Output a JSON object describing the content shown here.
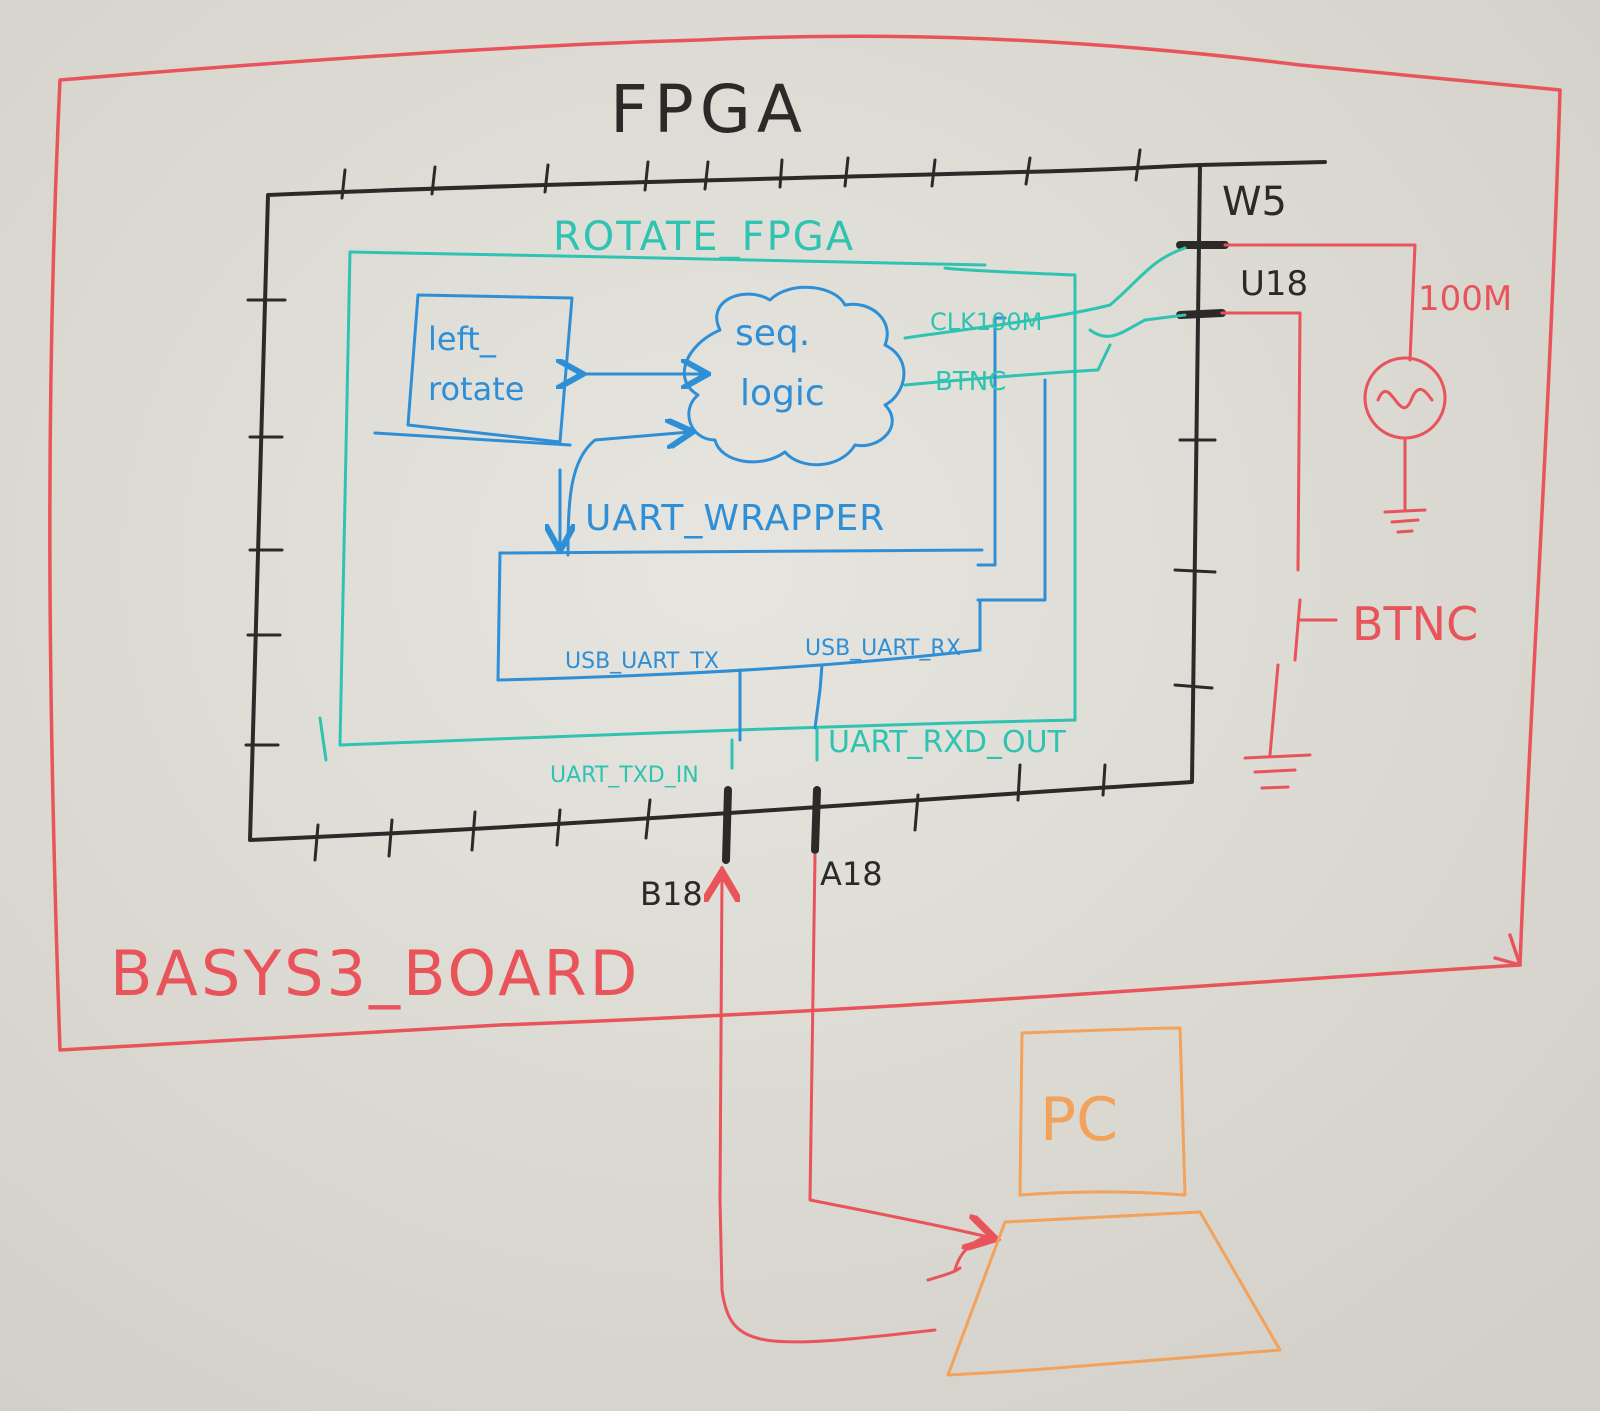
{
  "colors": {
    "board_bg": "#dcdad3",
    "black": "#2b2a28",
    "red": "#e8545a",
    "teal": "#2fc3b2",
    "blue": "#2e8fd6",
    "orange": "#f2a25a"
  },
  "labels": {
    "fpga_title": "FPGA",
    "rotate_fpga": "ROTATE_FPGA",
    "left_rotate_line1": "left_",
    "left_rotate_line2": "rotate",
    "seq_logic_line1": "seq.",
    "seq_logic_line2": "logic",
    "uart_wrapper": "UART_WRAPPER",
    "usb_uart_tx": "USB_UART_TX",
    "usb_uart_rx": "USB_UART_RX",
    "uart_txd_in": "UART_TXD_IN",
    "uart_rxd_out": "UART_RXD_OUT",
    "clk_port": "CLK100M",
    "btnc_port": "BTNC",
    "pin_w5": "W5",
    "pin_u18": "U18",
    "pin_b18": "B18",
    "pin_a18": "A18",
    "clock_source": "100M",
    "button_label": "BTNC",
    "board_name": "BASYS3_BOARD",
    "pc": "PC"
  }
}
